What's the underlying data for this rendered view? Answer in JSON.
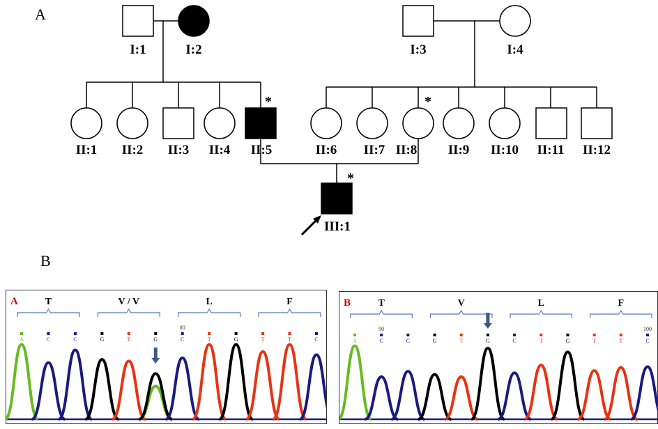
{
  "figure": {
    "panel_a_label": "A",
    "panel_b_label": "B"
  },
  "pedigree": {
    "generation_I": [
      {
        "id": "I:1",
        "sex": "male",
        "affected": false
      },
      {
        "id": "I:2",
        "sex": "female",
        "affected": true
      },
      {
        "id": "I:3",
        "sex": "male",
        "affected": false
      },
      {
        "id": "I:4",
        "sex": "female",
        "affected": false
      }
    ],
    "generation_II": [
      {
        "id": "II:1",
        "sex": "female",
        "affected": false,
        "tested": false
      },
      {
        "id": "II:2",
        "sex": "female",
        "affected": false,
        "tested": false
      },
      {
        "id": "II:3",
        "sex": "male",
        "affected": false,
        "tested": false
      },
      {
        "id": "II:4",
        "sex": "female",
        "affected": false,
        "tested": false
      },
      {
        "id": "II:5",
        "sex": "male",
        "affected": true,
        "tested": true
      },
      {
        "id": "II:6",
        "sex": "female",
        "affected": false,
        "tested": false
      },
      {
        "id": "II:7",
        "sex": "female",
        "affected": false,
        "tested": false
      },
      {
        "id": "II:8",
        "sex": "female",
        "affected": false,
        "tested": true
      },
      {
        "id": "II:9",
        "sex": "female",
        "affected": false,
        "tested": false
      },
      {
        "id": "II:10",
        "sex": "female",
        "affected": false,
        "tested": false
      },
      {
        "id": "II:11",
        "sex": "male",
        "affected": false,
        "tested": false
      },
      {
        "id": "II:12",
        "sex": "male",
        "affected": false,
        "tested": false
      }
    ],
    "generation_III": [
      {
        "id": "III:1",
        "sex": "male",
        "affected": true,
        "tested": true,
        "proband": true
      }
    ],
    "tested_marker": "*"
  },
  "chromatograms": [
    {
      "label": "A",
      "label_color": "#cc0000",
      "codons": [
        "T",
        "V / V",
        "L",
        "F"
      ],
      "position_marks": [
        {
          "base_index": 6,
          "text": "80"
        }
      ],
      "bases": [
        "A",
        "C",
        "C",
        "G",
        "T",
        "G",
        "C",
        "T",
        "G",
        "T",
        "T",
        "C"
      ],
      "peak_heights": [
        0.95,
        0.72,
        0.88,
        0.76,
        0.74,
        0.58,
        0.78,
        0.95,
        0.95,
        0.86,
        0.95,
        0.82
      ],
      "secondary_peaks": [
        {
          "base_index": 5,
          "base": "A",
          "height": 0.42
        }
      ],
      "arrow_base_index": 5
    },
    {
      "label": "B",
      "label_color": "#cc0000",
      "codons": [
        "T",
        "V",
        "L",
        "F"
      ],
      "position_marks": [
        {
          "base_index": 1,
          "text": "90"
        },
        {
          "base_index": 11,
          "text": "100"
        }
      ],
      "bases": [
        "A",
        "C",
        "C",
        "G",
        "T",
        "G",
        "C",
        "T",
        "G",
        "T",
        "T",
        "C"
      ],
      "peak_heights": [
        0.95,
        0.55,
        0.62,
        0.58,
        0.55,
        0.92,
        0.6,
        0.7,
        0.87,
        0.63,
        0.67,
        0.68
      ],
      "secondary_peaks": [],
      "arrow_base_index": 5
    }
  ],
  "base_colors": {
    "A": "#66bb22",
    "C": "#1a1a80",
    "G": "#000000",
    "T": "#e63312"
  }
}
